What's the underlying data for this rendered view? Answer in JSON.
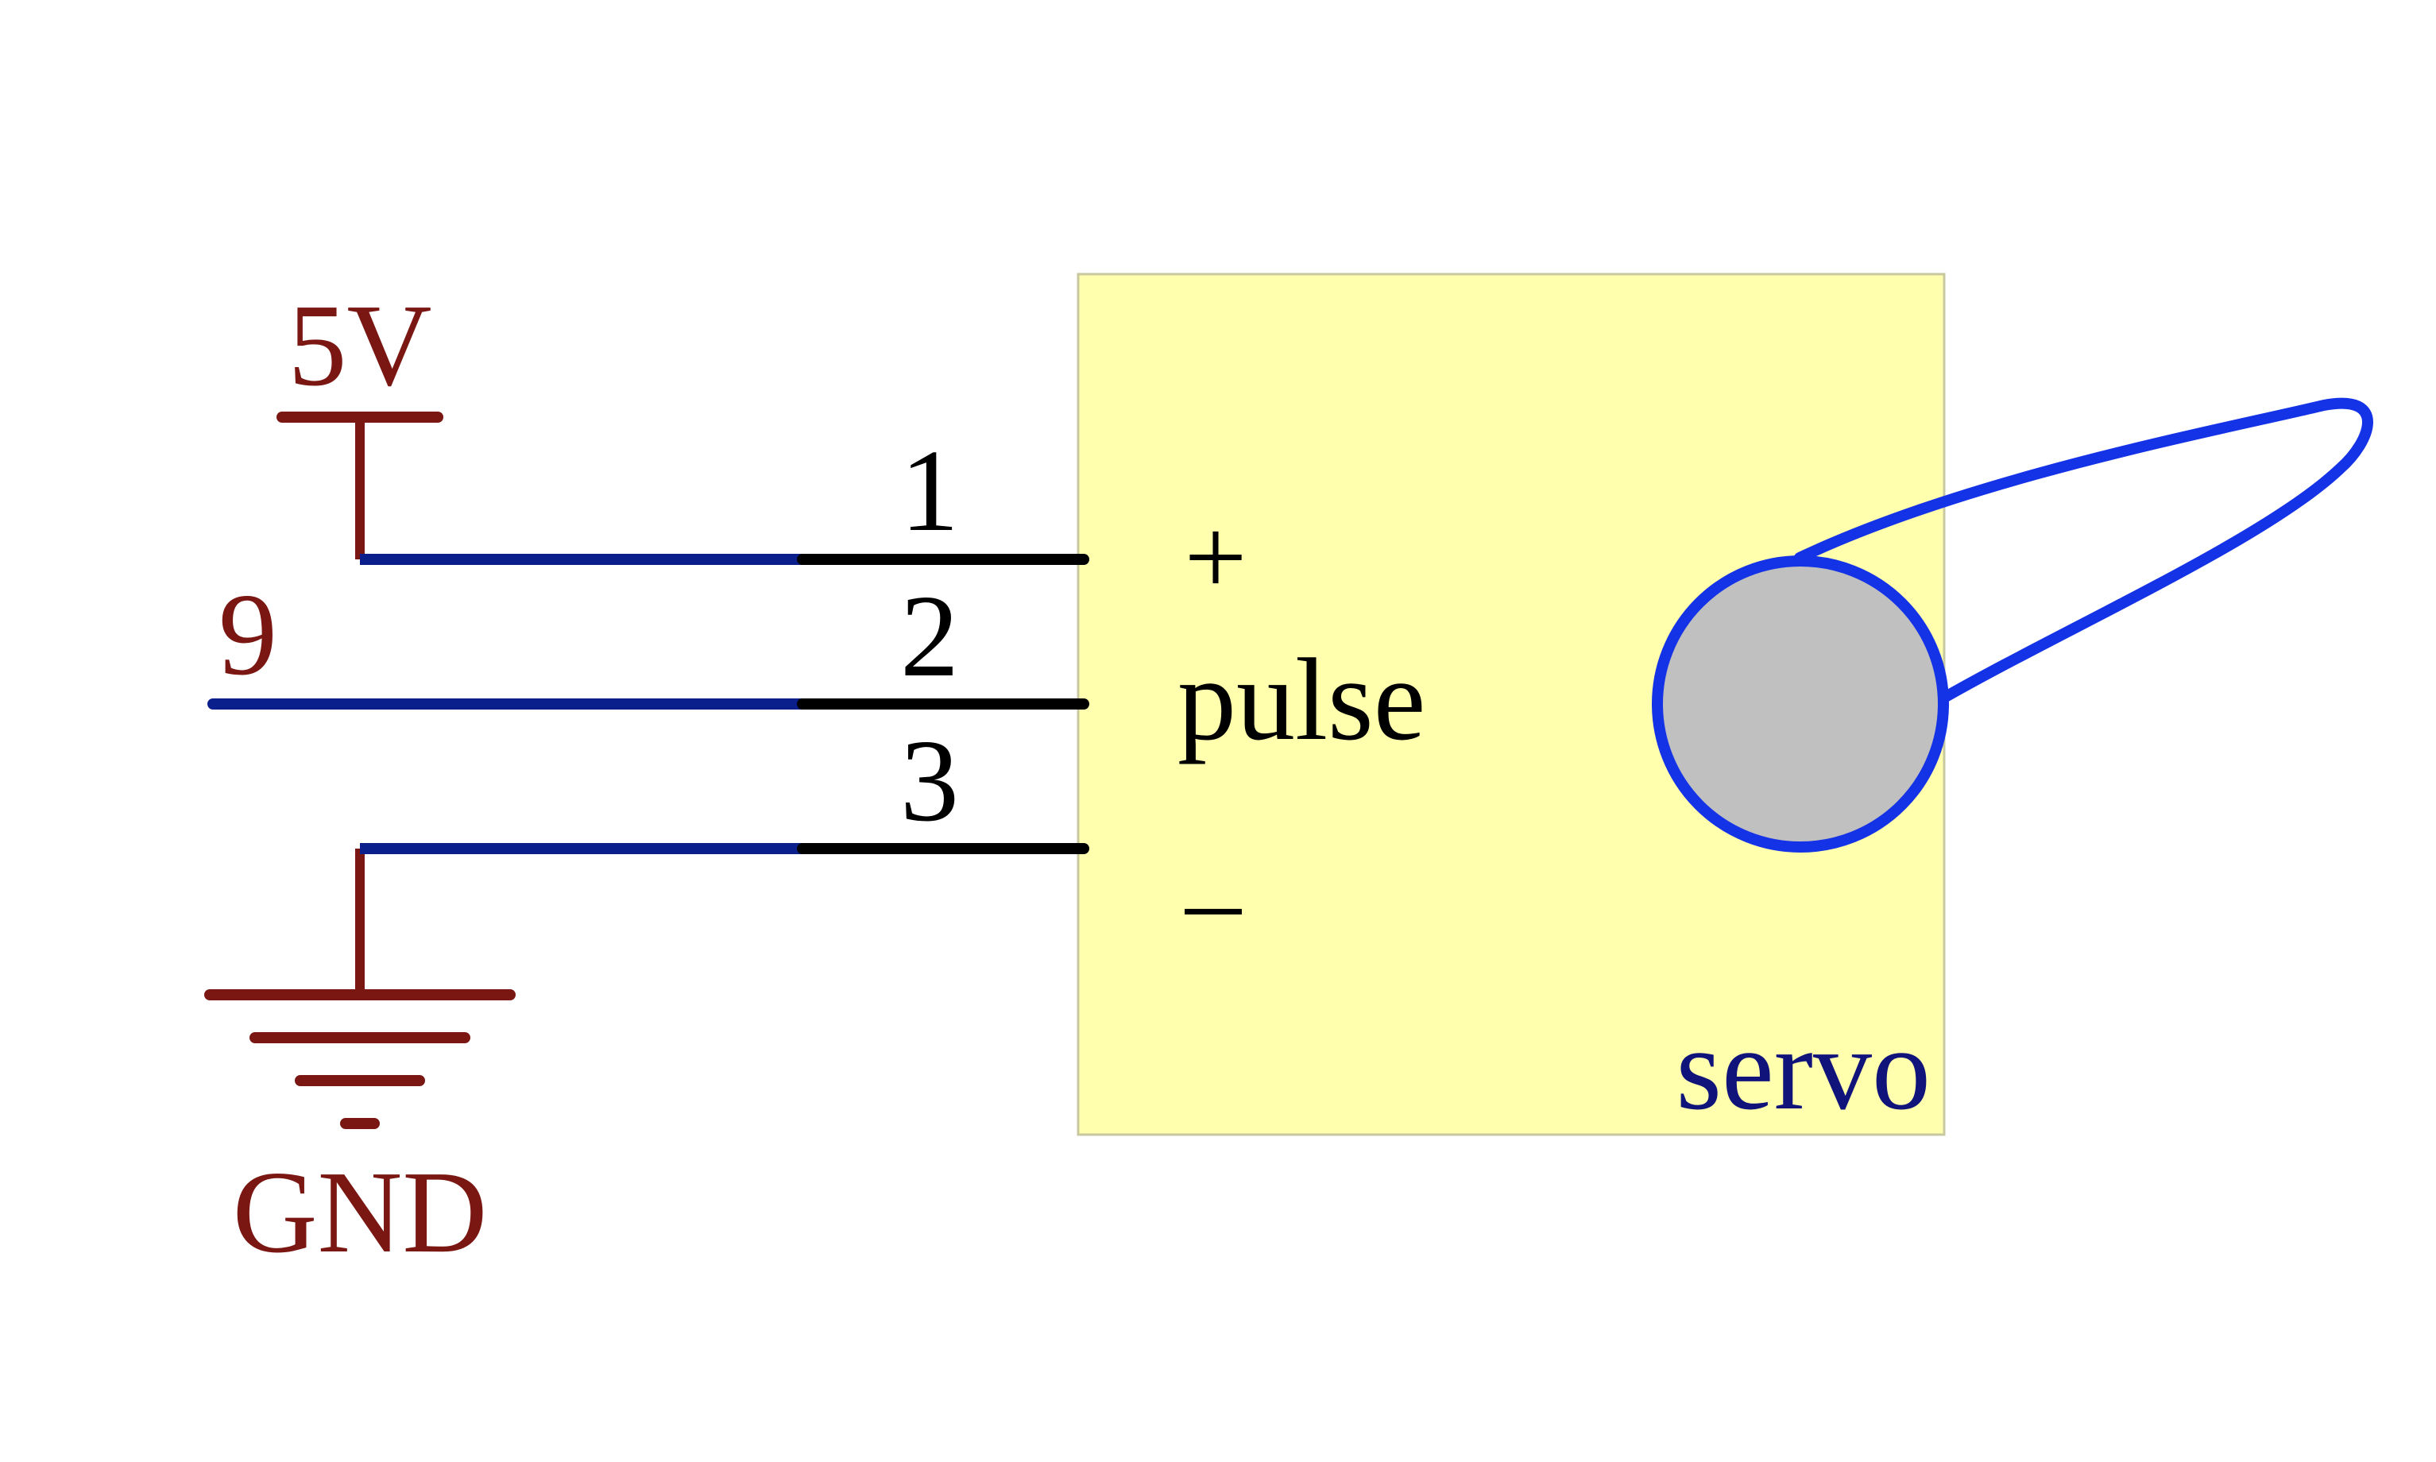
{
  "labels": {
    "vcc": "5V",
    "signal": "9",
    "ground": "GND",
    "pin1": "1",
    "pin2": "2",
    "pin3": "3",
    "plus": "+",
    "pulse": "pulse",
    "minus": "–",
    "component": "servo"
  },
  "colors": {
    "net_label": "#7a1712",
    "wire": "#0b1f8c",
    "pin": "#000000",
    "body_fill": "#ffffae",
    "body_stroke": "#c8c8a0",
    "horn_stroke": "#1432e6",
    "shaft_fill": "#c0c0c0",
    "servo_text": "#10147a"
  }
}
